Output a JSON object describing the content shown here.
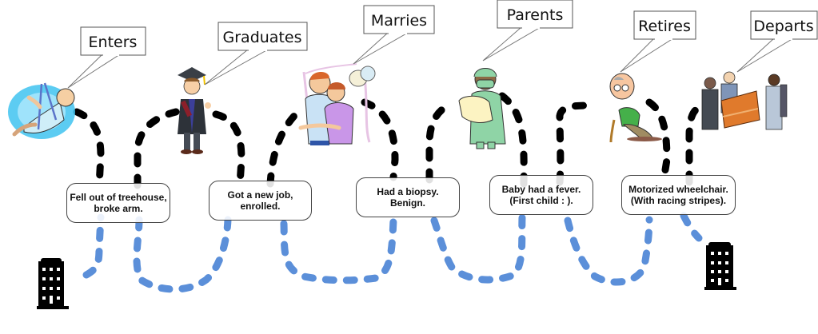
{
  "diagram": {
    "title_hidden": "",
    "colors": {
      "upper_path": "#000000",
      "lower_path": "#5b8fd9",
      "building": "#000000",
      "callout_border": "#444444"
    },
    "stages": [
      {
        "label": "Enters",
        "figure": "baby-in-sling-icon"
      },
      {
        "label": "Graduates",
        "figure": "graduate-icon"
      },
      {
        "label": "Marries",
        "figure": "wedding-couple-icon"
      },
      {
        "label": "Parents",
        "figure": "nurse-with-baby-icon"
      },
      {
        "label": "Retires",
        "figure": "old-man-with-cane-icon"
      },
      {
        "label": "Departs",
        "figure": "pallbearers-with-casket-icon"
      }
    ],
    "events": [
      {
        "line1": "Fell out of treehouse,",
        "line2": "broke arm."
      },
      {
        "line1": "Got a new job,",
        "line2": "enrolled."
      },
      {
        "line1": "Had a biopsy.",
        "line2": "Benign."
      },
      {
        "line1": "Baby had a fever.",
        "line2": "(First child : )."
      },
      {
        "line1": "Motorized wheelchair.",
        "line2": "(With racing stripes)."
      }
    ],
    "endpoints": [
      {
        "icon": "hospital-building-icon",
        "role": "start"
      },
      {
        "icon": "hospital-building-icon",
        "role": "end"
      }
    ]
  }
}
